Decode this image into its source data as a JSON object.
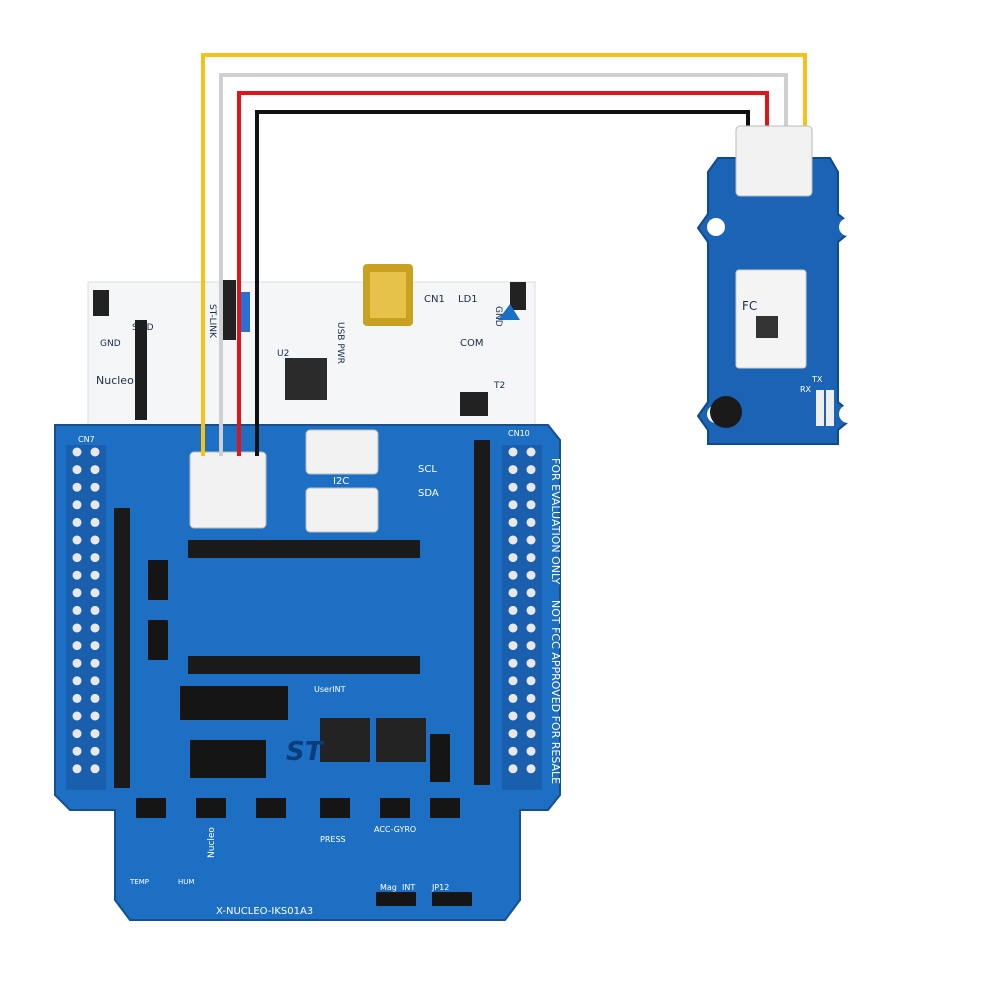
{
  "scene": {
    "description_labels": {
      "nucleo_brand": "Nucleo",
      "shield_name": "X-NUCLEO-IKS01A3",
      "fcc_note": "NOT FCC APPROVED FOR RESALE",
      "eval_note": "FOR EVALUATION ONLY",
      "i2c_label": "I2C",
      "usb_pwr": "USB PWR",
      "st_link": "ST-LINK",
      "cn1": "CN1",
      "ld1": "LD1",
      "com": "COM",
      "gnd": "GND",
      "swd": "SWD",
      "u2": "U2",
      "t2": "T2",
      "cn10": "CN10",
      "cn7": "CN7",
      "scl": "SCL",
      "sda": "SDA",
      "user_int": "UserINT",
      "press": "PRESS",
      "acc_gyro": "ACC-GYRO",
      "temp": "TEMP",
      "hum": "HUM",
      "int": "INT",
      "jp12": "JP12",
      "mag": "Mag",
      "module_fc": "FC",
      "module_tx": "TX",
      "module_rx": "RX"
    },
    "wire_colors": {
      "yellow": "#f5c21b",
      "white": "#cfcfcf",
      "red": "#e0141b",
      "black": "#111111"
    },
    "colors": {
      "shield_blue": "#1d6fc4",
      "module_blue": "#1b63b5",
      "nucleo_white": "#f4f6f8",
      "header_black": "#1a1a1a",
      "connector_white": "#f2f2f2"
    }
  }
}
